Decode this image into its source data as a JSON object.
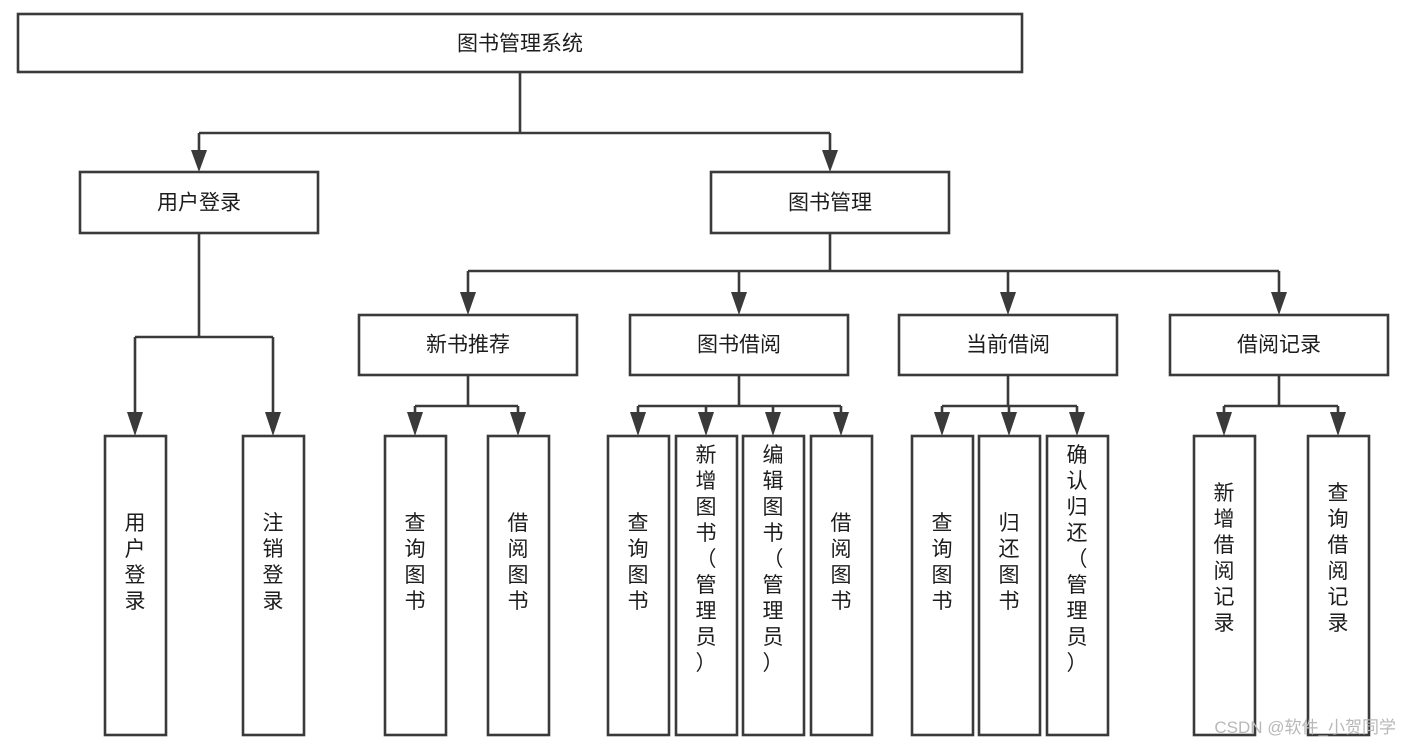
{
  "diagram": {
    "title": "图书管理系统",
    "type": "tree",
    "orientation": "top-down",
    "root": {
      "label": "图书管理系统",
      "level": 0
    },
    "level1": [
      {
        "label": "用户登录"
      },
      {
        "label": "图书管理"
      }
    ],
    "level2": [
      {
        "label": "新书推荐",
        "parent": "图书管理"
      },
      {
        "label": "图书借阅",
        "parent": "图书管理"
      },
      {
        "label": "当前借阅",
        "parent": "图书管理"
      },
      {
        "label": "借阅记录",
        "parent": "图书管理"
      }
    ],
    "leaves": {
      "user_login": [
        {
          "label": "用户登录"
        },
        {
          "label": "注销登录"
        }
      ],
      "new_book_recommend": [
        {
          "label": "查询图书"
        },
        {
          "label": "借阅图书"
        }
      ],
      "book_borrow": [
        {
          "label": "查询图书"
        },
        {
          "label": "新增图书（管理员）"
        },
        {
          "label": "编辑图书（管理员）"
        },
        {
          "label": "借阅图书"
        }
      ],
      "current_borrow": [
        {
          "label": "查询图书"
        },
        {
          "label": "归还图书"
        },
        {
          "label": "确认归还（管理员）"
        }
      ],
      "borrow_records": [
        {
          "label": "新增借阅记录"
        },
        {
          "label": "查询借阅记录"
        }
      ]
    }
  },
  "watermark": {
    "text": "CSDN @软件_小贺同学"
  },
  "colors": {
    "stroke": "#3a3a3a",
    "fill": "#ffffff",
    "text": "#1d1d1d",
    "watermark": "#b8b8b8"
  }
}
